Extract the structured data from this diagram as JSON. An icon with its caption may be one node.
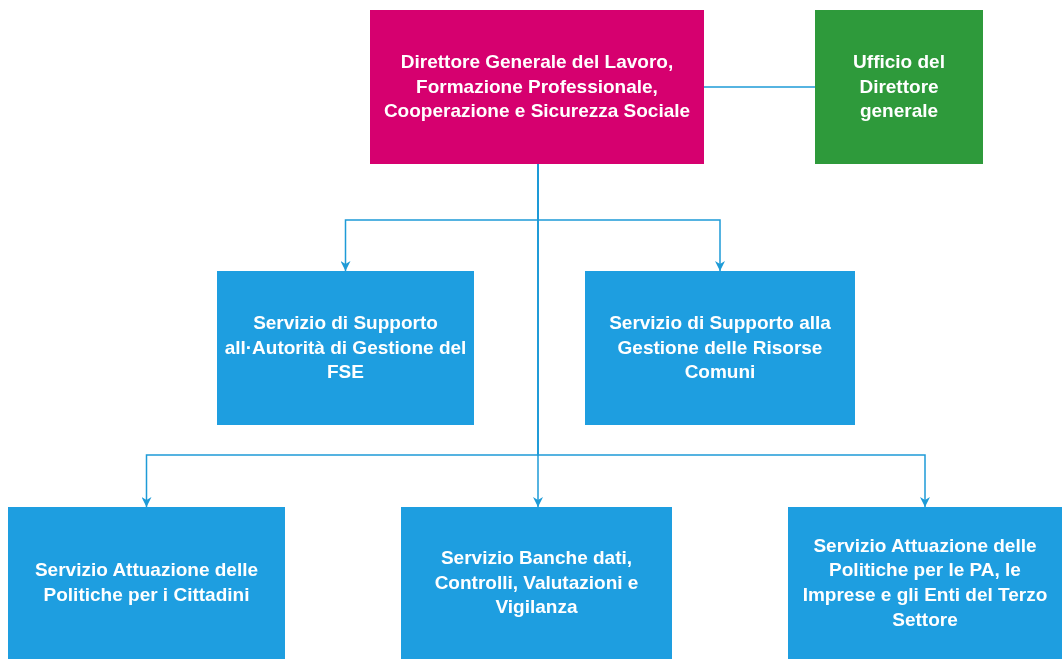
{
  "diagram": {
    "nodes": [
      {
        "text": [
          "Direttore Generale del Lavoro, Formazione Professionale, Cooperazione e Sicurezza Sociale"
        ]
      },
      {
        "text": [
          "Ufficio del Direttore generale"
        ]
      },
      {
        "text": [
          "Servizio di Supporto all·Autorità di Gestione del FSE"
        ]
      },
      {
        "text": [
          "Servizio di Supporto alla Gestione delle Risorse Comuni"
        ]
      },
      {
        "text": [
          "Servizio Attuazione delle Politiche per i Cittadini"
        ]
      },
      {
        "text": [
          "Servizio Banche dati, Controlli, Valutazioni e Vigilanza"
        ]
      },
      {
        "text": [
          "Servizio Attuazione delle Politiche per le PA, le Imprese e gli Enti del Terzo Settore"
        ]
      }
    ],
    "edges": [
      {
        "from": 0,
        "to": 1,
        "arrow": "none"
      },
      {
        "from": 0,
        "to": 2,
        "arrow": "to"
      },
      {
        "from": 0,
        "to": 3,
        "arrow": "to"
      },
      {
        "from": 0,
        "to": 4,
        "arrow": "to"
      },
      {
        "from": 0,
        "to": 5,
        "arrow": "to"
      },
      {
        "from": 0,
        "to": 6,
        "arrow": "to"
      }
    ]
  }
}
